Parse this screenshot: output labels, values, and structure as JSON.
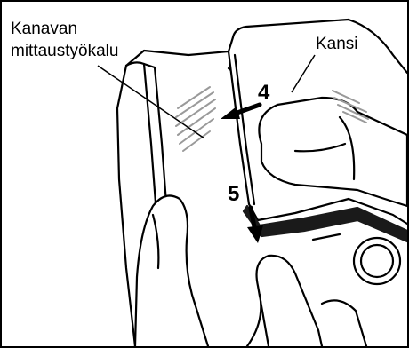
{
  "labels": {
    "tool_line1": "Kanavan",
    "tool_line2": "mittaustyökalu",
    "cover": "Kansi"
  },
  "steps": {
    "step4": "4",
    "step5": "5"
  },
  "colors": {
    "line": "#000000",
    "background": "#ffffff",
    "hatch": "#9a9a9a",
    "cover_edge": "#1a1a1a"
  }
}
